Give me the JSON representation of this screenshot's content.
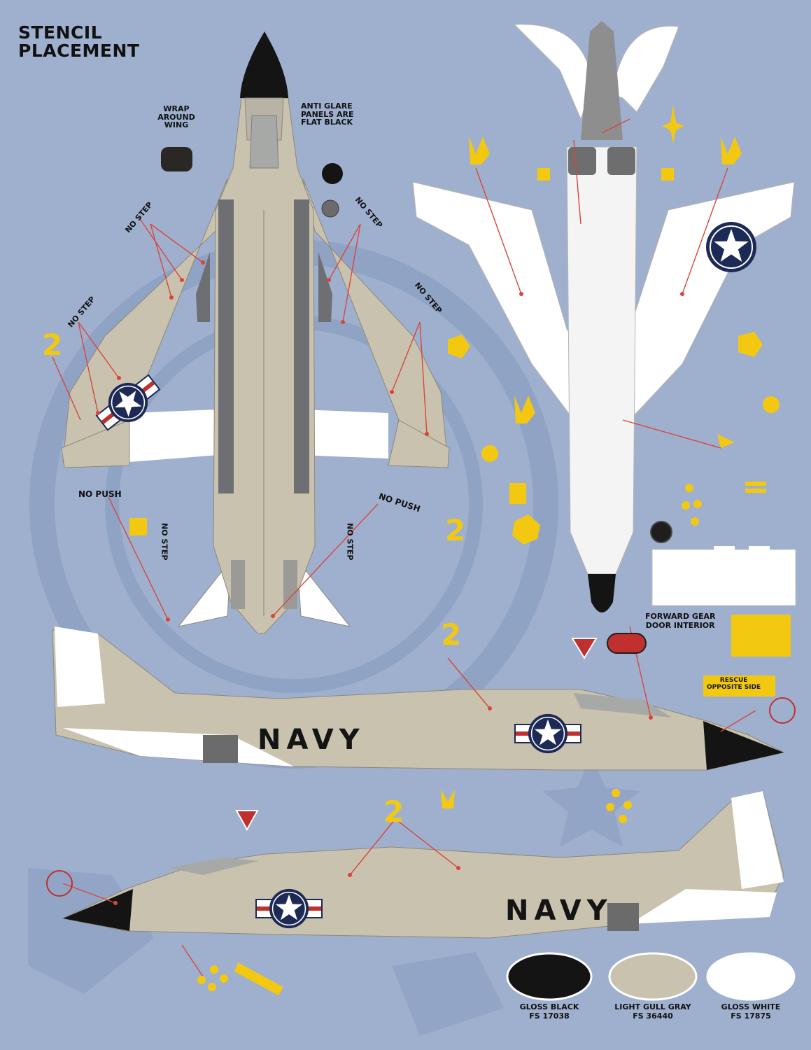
{
  "title": {
    "line1": "STENCIL",
    "line2": "PLACEMENT"
  },
  "labels": {
    "anti_glare": [
      "ANTI GLARE",
      "PANELS ARE",
      "FLAT BLACK"
    ],
    "wrap_wing": [
      "WRAP",
      "AROUND",
      "WING"
    ],
    "no_step": "NO STEP",
    "no_push": "NO PUSH",
    "forward_gear": [
      "FORWARD GEAR",
      "DOOR INTERIOR"
    ],
    "rescue": [
      "RESCUE",
      "OPPOSITE SIDE"
    ],
    "navy": "NAVY",
    "modex": "2"
  },
  "swatches": [
    {
      "name": "GLOSS BLACK",
      "code": "FS 17038",
      "color": "#141414"
    },
    {
      "name": "LIGHT GULL GRAY",
      "code": "FS 36440",
      "color": "#c9c2ae"
    },
    {
      "name": "GLOSS WHITE",
      "code": "FS 17875",
      "color": "#ffffff"
    }
  ],
  "colors": {
    "background": "#9eb0ce",
    "gull_gray": "#c9c2ae",
    "anti_glare": "#111111",
    "stencil_yellow": "#f2c811",
    "leader_red": "#d9453c",
    "roundel_blue": "#1d2a55"
  }
}
